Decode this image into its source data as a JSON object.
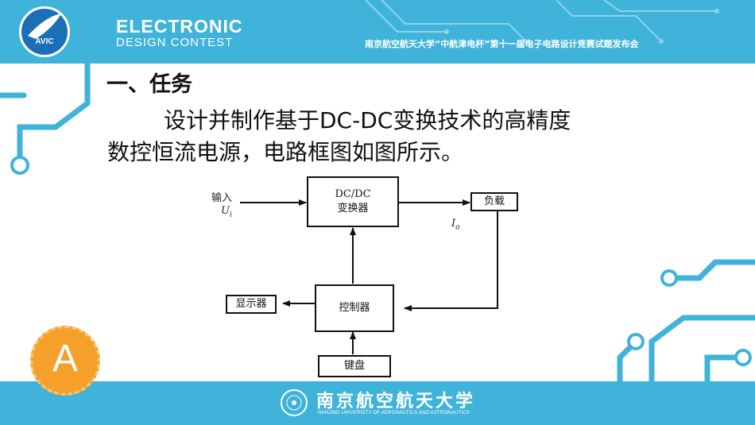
{
  "header": {
    "logo_text": "AVIC",
    "contest_title_line1": "ELECTRONIC",
    "contest_title_line2": "DESIGN CONTEST",
    "event_title": "南京航空航天大学“中航津电杯”第十一届电子电路设计竞赛试题发布会"
  },
  "slide": {
    "section_heading": "一、任务",
    "body_line1": "设计并制作基于DC-DC变换技术的高精度",
    "body_line2": "数控恒流电源，电路框图如图所示。"
  },
  "diagram": {
    "input_label_1": "输入",
    "input_label_2": "U",
    "input_label_2_sub": "i",
    "converter_line1": "DC/DC",
    "converter_line2": "变换器",
    "load": "负载",
    "output_label": "I",
    "output_label_sub": "o",
    "controller": "控制器",
    "display": "显示器",
    "keyboard": "键盘"
  },
  "badge": {
    "letter": "A"
  },
  "footer": {
    "university_cn": "南京航空航天大学",
    "university_en": "NANJING UNIVERSITY OF AERONAUTICS AND ASTRONAUTICS"
  },
  "colors": {
    "accent_blue": "#3fb3da",
    "logo_blue": "#1a6fb7",
    "badge_orange": "#f4a02b"
  }
}
